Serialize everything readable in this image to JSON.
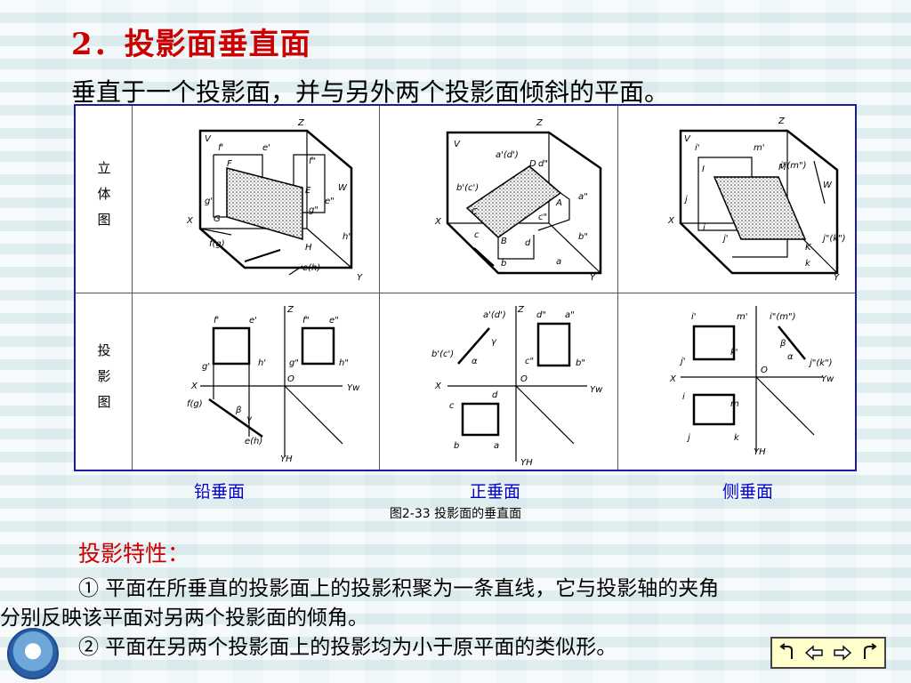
{
  "title": "2．投影面垂直面",
  "subtitle": "垂直于一个投影面，并与另外两个投影面倾斜的平面。",
  "figure": {
    "row_label_solid": "立体图",
    "row_label_proj": "投影图",
    "captions": [
      "铅垂面",
      "正垂面",
      "侧垂面"
    ],
    "figure_caption": "图2-33  投影面的垂直面",
    "labels": {
      "p1_solid": [
        "Z",
        "V",
        "f'",
        "e'",
        "f\"",
        "F",
        "E",
        "W",
        "e\"",
        "g'",
        "g\"",
        "X",
        "G",
        "f(g)",
        "H",
        "h\"",
        "e(h)",
        "Y"
      ],
      "p2_solid": [
        "Z",
        "V",
        "a'(d')",
        "D",
        "d\"",
        "b'(c')",
        "A",
        "a\"",
        "C",
        "c\"",
        "X",
        "c",
        "B",
        "b\"",
        "b",
        "d",
        "a",
        "Y"
      ],
      "p3_solid": [
        "Z",
        "V",
        "i'",
        "m'",
        "i\"(m\")",
        "I",
        "M",
        "W",
        "j",
        "X",
        "i",
        "j'",
        "K",
        "j\"(k\")",
        "k",
        "Y"
      ],
      "p1_proj": [
        "Z",
        "f'",
        "e'",
        "f\"",
        "e\"",
        "g'",
        "h'",
        "g\"",
        "h\"",
        "X",
        "O",
        "Yw",
        "f(g)",
        "β",
        "γ",
        "e(h)",
        "YH"
      ],
      "p2_proj": [
        "Z",
        "a'(d')",
        "d\"",
        "a\"",
        "γ",
        "b'(c')",
        "α",
        "c\"",
        "b\"",
        "X",
        "O",
        "Yw",
        "d",
        "c",
        "b",
        "a",
        "YH"
      ],
      "p3_proj": [
        "i'",
        "m'",
        "i\"(m\")",
        "β",
        "k'",
        "α",
        "j'",
        "j\"(k\")",
        "X",
        "O",
        "Yw",
        "i",
        "m",
        "j",
        "k",
        "YH"
      ]
    }
  },
  "properties": {
    "heading": "投影特性：",
    "line1": "① 平面在所垂直的投影面上的投影积聚为一条直线，它与投影轴的夹角",
    "line1b": "分别反映该平面对另两个投影面的倾角。",
    "line2": "② 平面在另两个投影面上的投影均为小于原平面的类似形。"
  },
  "nav": [
    "first-icon",
    "prev-icon",
    "next-icon",
    "last-icon"
  ]
}
